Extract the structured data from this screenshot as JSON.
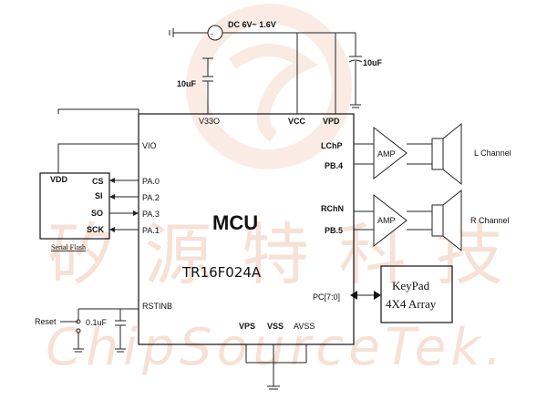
{
  "watermark": {
    "cn_text": "矽源特科技",
    "en_text": "ChipSourceTek.",
    "color": "#f1c9b6"
  },
  "power": {
    "dc_label": "DC 6V~ 1.6V",
    "cap_right": "10uF",
    "cap_left": "10uF"
  },
  "mcu": {
    "title": "MCU",
    "part": "TR16F024A",
    "pins": {
      "v33o": "V33O",
      "vcc": "VCC",
      "vpd": "VPD",
      "vio": "VIO",
      "lchp": "LChP",
      "pb4": "PB.4",
      "rchn": "RChN",
      "pb5": "PB.5",
      "pa0": "PA.0",
      "pa2": "PA.2",
      "pa3": "PA.3",
      "pa1": "PA.1",
      "pc": "PC[7:0]",
      "rstinb": "RSTINB",
      "vps": "VPS",
      "vss": "VSS",
      "avss": "AVSS"
    }
  },
  "flash": {
    "vdd": "VDD",
    "cs": "CS",
    "si": "SI",
    "so": "SO",
    "sck": "SCK",
    "caption": "Serial Flash"
  },
  "reset": {
    "label": "Reset",
    "cap": "0.1uF"
  },
  "amps": {
    "amp_label": "AMP",
    "left_channel": "L Channel",
    "right_channel": "R Channel"
  },
  "keypad": {
    "line1": "KeyPad",
    "line2": "4X4 Array"
  }
}
